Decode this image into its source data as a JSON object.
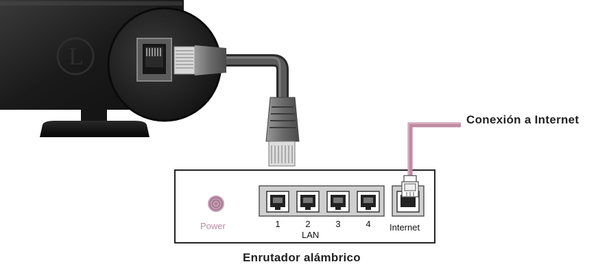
{
  "labels": {
    "internet_connection": "Conexión a Internet",
    "router_caption": "Enrutador alámbrico",
    "power": "Power",
    "lan": "LAN",
    "internet_port": "Internet"
  },
  "lan_ports": [
    "1",
    "2",
    "3",
    "4"
  ],
  "colors": {
    "internet_cable": "#c08aa1",
    "power_led": "#c7a0b5",
    "tv_body": "#1e1e1e",
    "lan_cable": "#555555",
    "router_border": "#222222"
  },
  "icons": {
    "tv": "tv-icon",
    "router": "router-icon",
    "ethernet_plug": "ethernet-plug-icon",
    "power_led": "power-led-icon"
  }
}
